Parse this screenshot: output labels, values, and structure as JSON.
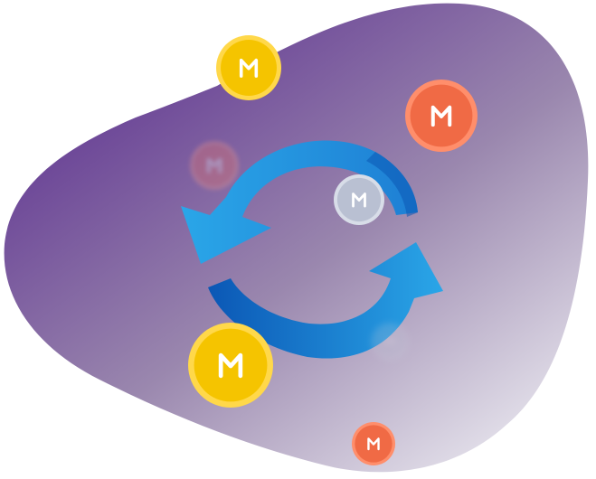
{
  "scene": {
    "blob_gradient": [
      "#5b2e8f",
      "#9a87ae",
      "#e8e6ee"
    ],
    "arrow_colors": [
      "#2aa6e8",
      "#1e7fd4",
      "#0b57b5"
    ],
    "coins": [
      {
        "icon": "m-coin-icon",
        "color": "#f5c400",
        "ring": "#ffd84a",
        "letter": "M",
        "opacity": 1.0
      },
      {
        "icon": "m-coin-icon",
        "color": "#f06a45",
        "ring": "#ff8e6b",
        "letter": "M",
        "opacity": 1.0
      },
      {
        "icon": "m-coin-icon",
        "color": "#e8756a",
        "ring": "#f09a8f",
        "letter": "M",
        "opacity": 0.35
      },
      {
        "icon": "m-coin-icon",
        "color": "#b9c0d2",
        "ring": "#d8dde8",
        "letter": "M",
        "opacity": 1.0
      },
      {
        "icon": "m-coin-icon",
        "color": "#f5c400",
        "ring": "#ffd84a",
        "letter": "M",
        "opacity": 1.0
      },
      {
        "icon": "m-coin-icon",
        "color": "#b9c0d2",
        "ring": "#d8dde8",
        "letter": "M",
        "opacity": 0.25
      },
      {
        "icon": "m-coin-icon",
        "color": "#f06a45",
        "ring": "#ff8e6b",
        "letter": "M",
        "opacity": 1.0
      }
    ]
  }
}
